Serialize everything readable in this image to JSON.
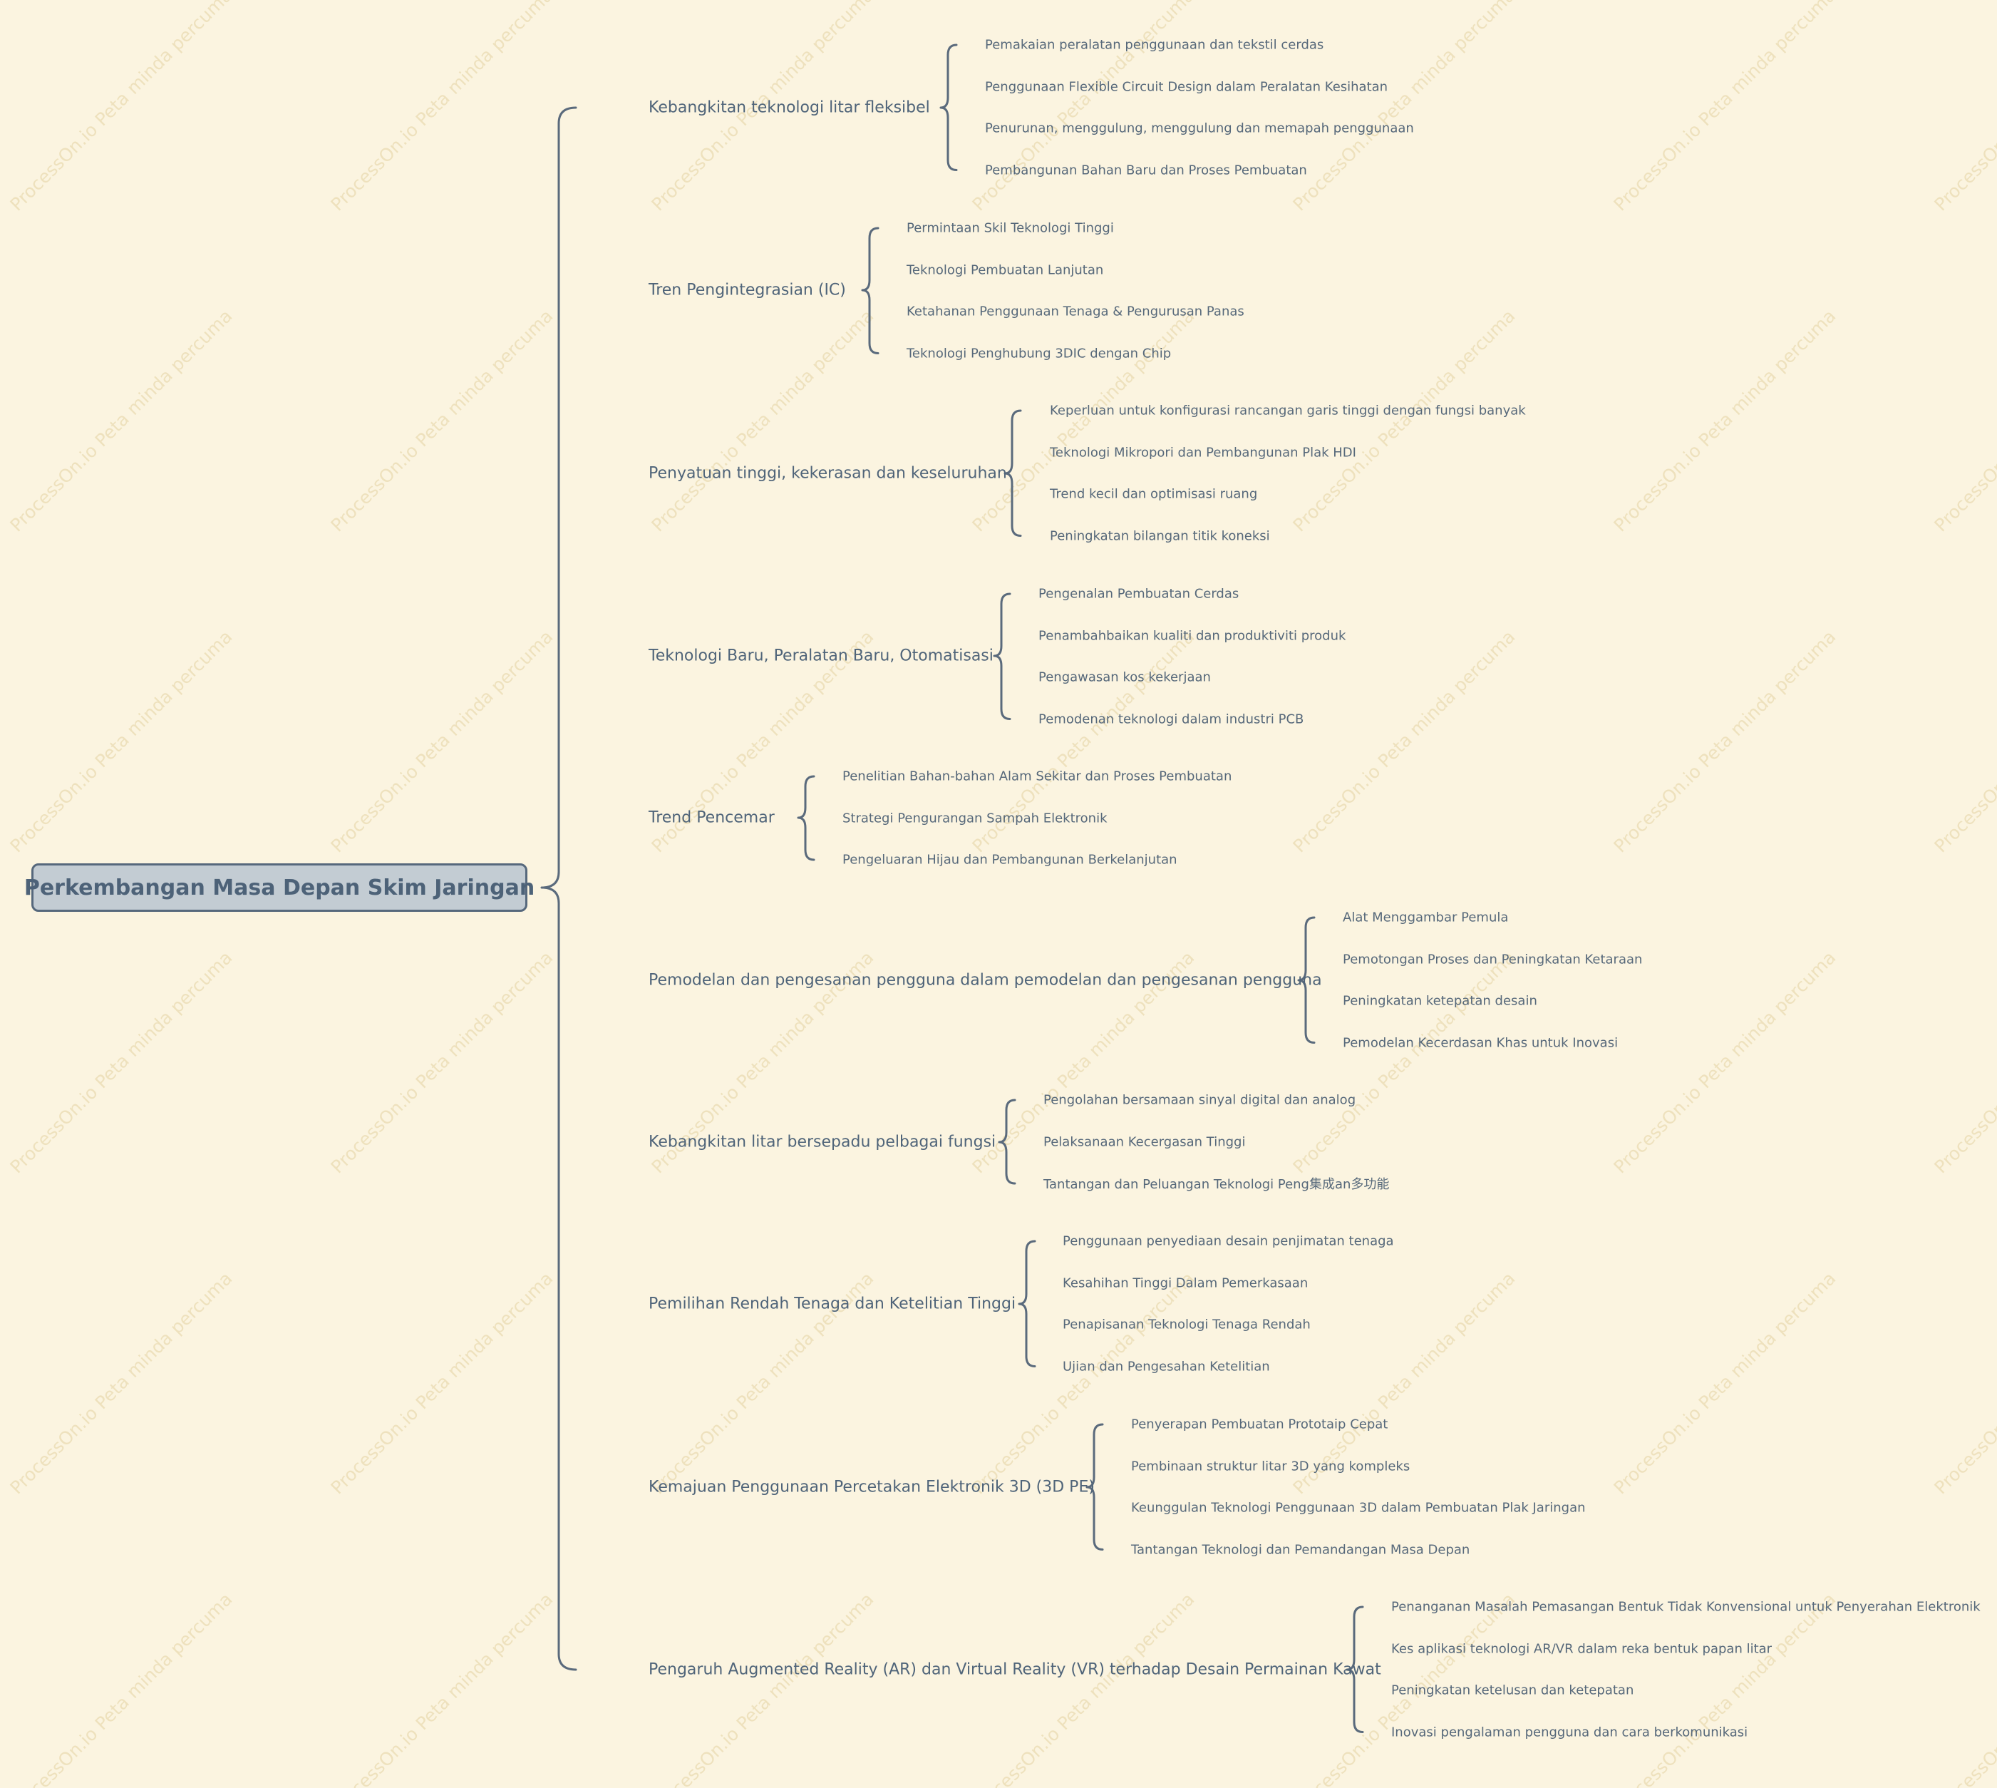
{
  "watermark": "ProcessOn.io Peta minda percuma",
  "colors": {
    "background": "#fbf4e0",
    "line": "#5a6a7c",
    "root_fill": "#c3ccd3",
    "root_border": "#56687c",
    "text": "#4f6479",
    "watermark": "#eee1bd"
  },
  "root": {
    "label": "Perkembangan Masa Depan Skim Jaringan"
  },
  "branches": [
    {
      "label": "Kebangkitan teknologi litar fleksibel",
      "children": [
        "Pemakaian peralatan penggunaan dan tekstil cerdas",
        "Penggunaan Flexible Circuit Design dalam Peralatan Kesihatan",
        "Penurunan, menggulung, menggulung dan memapah penggunaan",
        "Pembangunan Bahan Baru dan Proses Pembuatan"
      ]
    },
    {
      "label": "Tren Pengintegrasian (IC)",
      "children": [
        "Permintaan Skil Teknologi Tinggi",
        "Teknologi Pembuatan Lanjutan",
        "Ketahanan Penggunaan Tenaga & Pengurusan Panas",
        "Teknologi Penghubung 3DIC dengan Chip"
      ]
    },
    {
      "label": "Penyatuan tinggi, kekerasan dan keseluruhan",
      "children": [
        "Keperluan untuk konfigurasi rancangan garis tinggi dengan fungsi banyak",
        "Teknologi Mikropori dan Pembangunan Plak HDI",
        "Trend kecil dan optimisasi ruang",
        "Peningkatan bilangan titik koneksi"
      ]
    },
    {
      "label": "Teknologi Baru, Peralatan Baru, Otomatisasi",
      "children": [
        "Pengenalan Pembuatan Cerdas",
        "Penambahbaikan kualiti dan produktiviti produk",
        "Pengawasan kos kekerjaan",
        "Pemodenan teknologi dalam industri PCB"
      ]
    },
    {
      "label": "Trend Pencemar",
      "children": [
        "Penelitian Bahan-bahan Alam Sekitar dan Proses Pembuatan",
        "Strategi Pengurangan Sampah Elektronik",
        "Pengeluaran Hijau dan Pembangunan Berkelanjutan"
      ]
    },
    {
      "label": "Pemodelan dan pengesanan pengguna dalam pemodelan dan pengesanan pengguna",
      "children": [
        "Alat Menggambar Pemula",
        "Pemotongan Proses dan Peningkatan Ketaraan",
        "Peningkatan ketepatan desain",
        "Pemodelan Kecerdasan Khas untuk Inovasi"
      ]
    },
    {
      "label": "Kebangkitan litar bersepadu pelbagai fungsi",
      "children": [
        "Pengolahan bersamaan sinyal digital dan analog",
        "Pelaksanaan Kecergasan Tinggi",
        "Tantangan dan Peluangan Teknologi Peng集成an多功能"
      ]
    },
    {
      "label": "Pemilihan Rendah Tenaga dan Ketelitian Tinggi",
      "children": [
        "Penggunaan penyediaan desain penjimatan tenaga",
        "Kesahihan Tinggi Dalam Pemerkasaan",
        "Penapisanan Teknologi Tenaga Rendah",
        "Ujian dan Pengesahan Ketelitian"
      ]
    },
    {
      "label": "Kemajuan Penggunaan Percetakan Elektronik 3D (3D PE)",
      "children": [
        "Penyerapan Pembuatan Prototaip Cepat",
        "Pembinaan struktur litar 3D yang kompleks",
        "Keunggulan Teknologi Penggunaan 3D dalam Pembuatan Plak Jaringan",
        "Tantangan Teknologi dan Pemandangan Masa Depan"
      ]
    },
    {
      "label": "Pengaruh Augmented Reality (AR) dan Virtual Reality (VR) terhadap Desain Permainan Kawat",
      "children": [
        "Penanganan Masalah Pemasangan Bentuk Tidak Konvensional untuk Penyerahan Elektronik",
        "Kes aplikasi teknologi AR/VR dalam reka bentuk papan litar",
        "Peningkatan ketelusan dan ketepatan",
        "Inovasi pengalaman pengguna dan cara berkomunikasi"
      ]
    }
  ]
}
